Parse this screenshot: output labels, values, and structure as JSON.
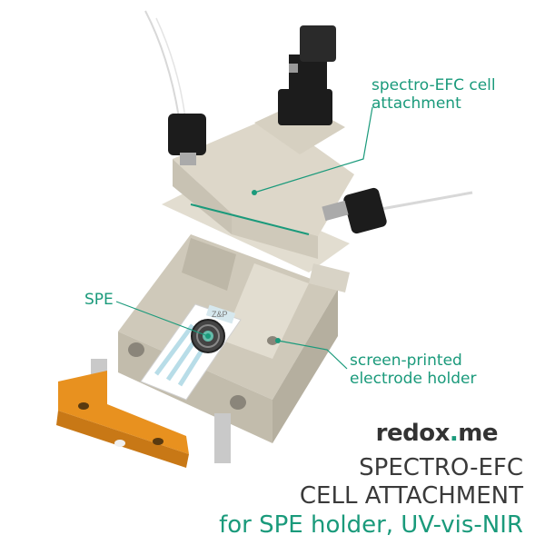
{
  "callouts": {
    "cell_attachment": [
      "spectro-EFC cell",
      "attachment"
    ],
    "spe": "SPE",
    "electrode_holder": [
      "screen-printed",
      "electrode holder"
    ]
  },
  "brand": {
    "name_a": "redox",
    "name_dot": ".",
    "name_b": "me"
  },
  "title": {
    "line1": "SPECTRO-EFC",
    "line2": "CELL ATTACHMENT",
    "line3": "for SPE holder, UV-vis-NIR"
  },
  "electrode_label": "Z&P",
  "colors": {
    "accent": "#1a9a7b",
    "body": "#d9d4c7",
    "clamp": "#e8911f",
    "knob": "#1c1c1c"
  }
}
